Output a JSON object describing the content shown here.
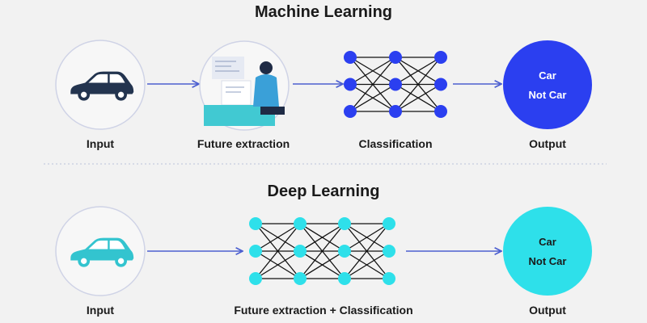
{
  "colors": {
    "ml_accent": "#2b3ff0",
    "dl_accent": "#2ee0ea",
    "ml_car": "#23344f",
    "dl_car": "#33c4cf",
    "line": "#4c5fd0",
    "text": "#1a1a1a"
  },
  "machine_learning": {
    "title": "Machine Learning",
    "labels": {
      "input": "Input",
      "feature": "Future extraction",
      "classification": "Classification",
      "output": "Output"
    },
    "output": {
      "line1": "Car",
      "line2": "Not Car"
    },
    "network": {
      "columns": 3,
      "rows": 3
    }
  },
  "deep_learning": {
    "title": "Deep Learning",
    "labels": {
      "input": "Input",
      "combined": "Future extraction +  Classification",
      "output": "Output"
    },
    "output": {
      "line1": "Car",
      "line2": "Not Car"
    },
    "network": {
      "columns": 4,
      "rows": 3
    }
  },
  "icons": {
    "input_car": "car-icon",
    "feature_extraction": "person-at-computer-icon"
  }
}
